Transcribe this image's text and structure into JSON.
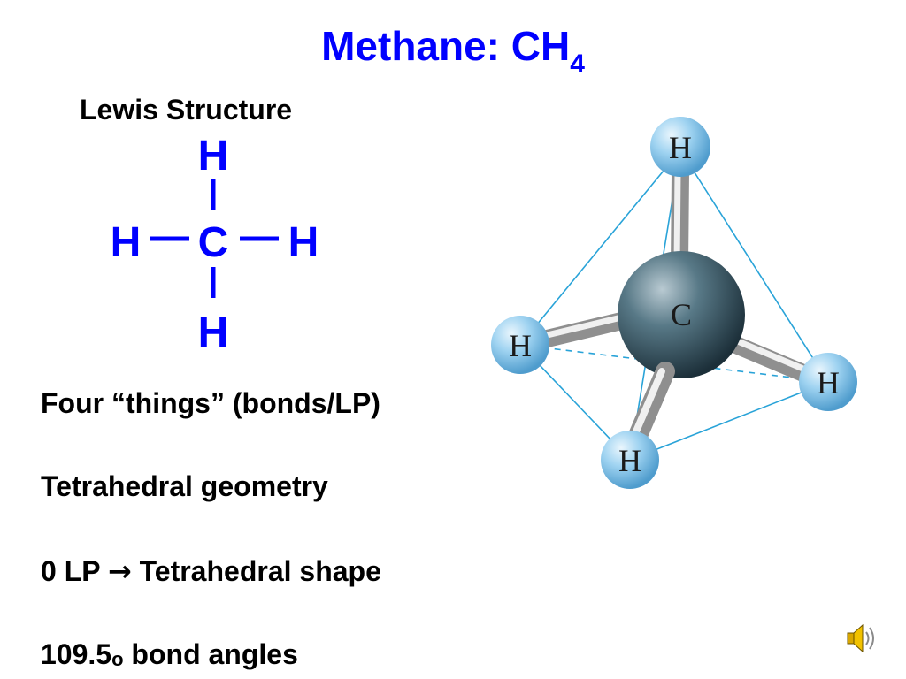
{
  "title": {
    "main": "Methane:  CH",
    "subscript": "4"
  },
  "lewis": {
    "heading": "Lewis Structure",
    "central_atom": "C",
    "top_atom": "H",
    "left_atom": "H",
    "right_atom": "H",
    "bottom_atom": "H"
  },
  "bullets": {
    "b1": "Four “things” (bonds/LP)",
    "b2": "Tetrahedral geometry",
    "b3_start": "0 LP ",
    "b3_arrow": "→",
    "b3_end": " Tetrahedral shape",
    "b4_number": "109.5",
    "b4_superscript": "o",
    "b4_end": " bond angles"
  },
  "model": {
    "central_atom": "C",
    "atoms": [
      "H",
      "H",
      "H",
      "H"
    ]
  },
  "icons": {
    "speaker": "speaker-icon"
  },
  "colors": {
    "title": "#0000ff",
    "lewis": "#0000ff",
    "text": "#000000",
    "hydrogen": "#8ec9ec",
    "carbon": "#4f6b78",
    "bond": "#bdbdbd",
    "tetrahedron_edge": "#29a3d8"
  }
}
